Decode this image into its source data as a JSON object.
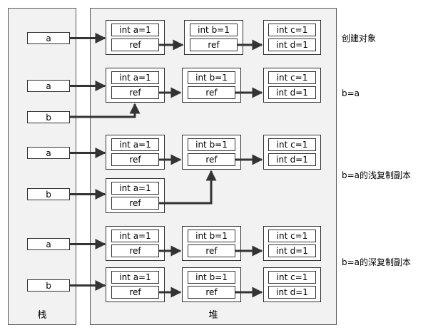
{
  "regions": {
    "stack": "栈",
    "heap": "堆"
  },
  "stack_vars": {
    "a": "a",
    "b": "b"
  },
  "heap_fields": {
    "a": "int a=1",
    "b": "int b=1",
    "c": "int c=1",
    "d": "int d=1",
    "ref": "ref"
  },
  "scenarios": [
    {
      "caption": "创建对象"
    },
    {
      "caption": "b=a"
    },
    {
      "caption": "b=a的浅复制副本"
    },
    {
      "caption": "b=a的深复制副本"
    }
  ],
  "colors": {
    "region_fill": "#f2f2f2",
    "region_border": "#555555",
    "arrow": "#333333",
    "box_border": "#333333"
  }
}
